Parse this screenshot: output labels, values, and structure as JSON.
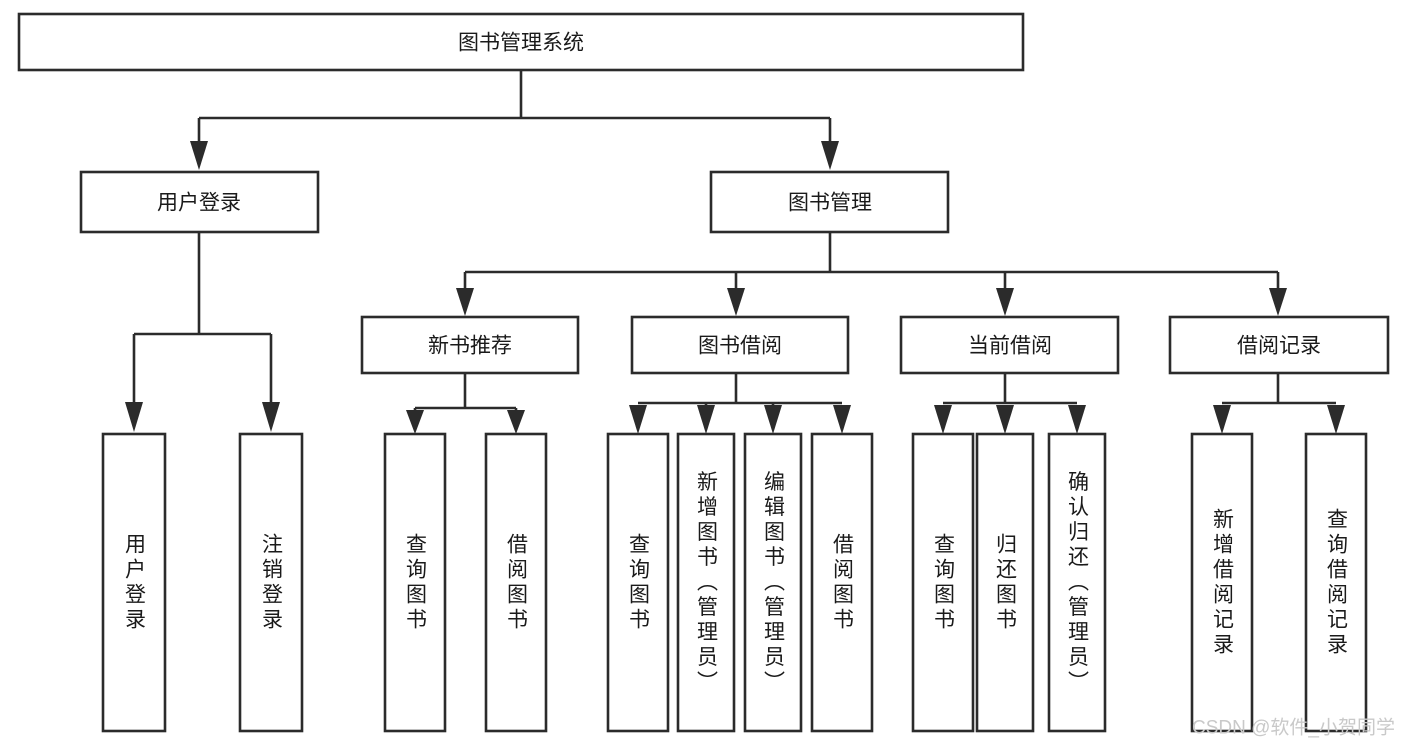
{
  "diagram": {
    "type": "tree-hierarchy",
    "title": "图书管理系统",
    "watermark": "CSDN @软件_小贺同学",
    "levels": {
      "root": {
        "label": "图书管理系统"
      },
      "level2": [
        {
          "id": "user-login",
          "label": "用户登录"
        },
        {
          "id": "book-management",
          "label": "图书管理"
        }
      ],
      "level3": [
        {
          "id": "new-book-recommend",
          "label": "新书推荐",
          "parent": "book-management"
        },
        {
          "id": "book-borrow",
          "label": "图书借阅",
          "parent": "book-management"
        },
        {
          "id": "current-borrow",
          "label": "当前借阅",
          "parent": "book-management"
        },
        {
          "id": "borrow-record",
          "label": "借阅记录",
          "parent": "book-management"
        }
      ],
      "leaves": [
        {
          "id": "leaf-user-login",
          "label": "用户登录",
          "parent": "user-login"
        },
        {
          "id": "leaf-logout-login",
          "label": "注销登录",
          "parent": "user-login"
        },
        {
          "id": "leaf-query-book-1",
          "label": "查询图书",
          "parent": "new-book-recommend"
        },
        {
          "id": "leaf-borrow-book-1",
          "label": "借阅图书",
          "parent": "new-book-recommend"
        },
        {
          "id": "leaf-query-book-2",
          "label": "查询图书",
          "parent": "book-borrow"
        },
        {
          "id": "leaf-add-book-admin",
          "label": "新增图书（管理员）",
          "parent": "book-borrow"
        },
        {
          "id": "leaf-edit-book-admin",
          "label": "编辑图书（管理员）",
          "parent": "book-borrow"
        },
        {
          "id": "leaf-borrow-book-2",
          "label": "借阅图书",
          "parent": "book-borrow"
        },
        {
          "id": "leaf-query-book-3",
          "label": "查询图书",
          "parent": "current-borrow"
        },
        {
          "id": "leaf-return-book",
          "label": "归还图书",
          "parent": "current-borrow"
        },
        {
          "id": "leaf-confirm-return-admin",
          "label": "确认归还（管理员）",
          "parent": "current-borrow"
        },
        {
          "id": "leaf-add-borrow-record",
          "label": "新增借阅记录",
          "parent": "borrow-record"
        },
        {
          "id": "leaf-query-borrow-record",
          "label": "查询借阅记录",
          "parent": "borrow-record"
        }
      ]
    },
    "colors": {
      "box_stroke": "#2b2b2b",
      "box_fill": "#ffffff",
      "text": "#1a1a1a",
      "watermark": "#c9c9c9",
      "background": "#ffffff"
    }
  }
}
